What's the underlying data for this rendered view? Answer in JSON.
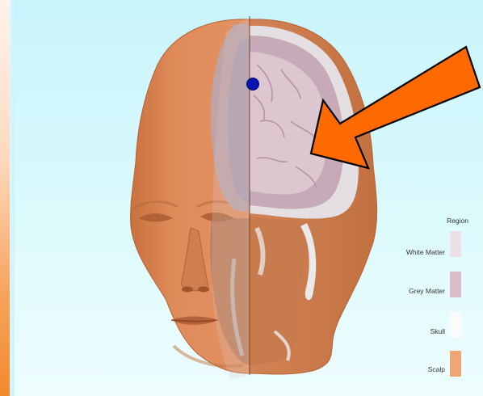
{
  "legend": {
    "title": "Region",
    "items": [
      {
        "label": "White Matter",
        "color": "#ecdfe5"
      },
      {
        "label": "Grey Matter",
        "color": "#d9bcc6"
      },
      {
        "label": "Skull",
        "color": "#fbfbfb"
      },
      {
        "label": "Scalp",
        "color": "#f0a574"
      }
    ]
  },
  "colors": {
    "scalp": "#e08a5c",
    "arrow": "#ff6a00",
    "marker": "#0a14b0"
  }
}
